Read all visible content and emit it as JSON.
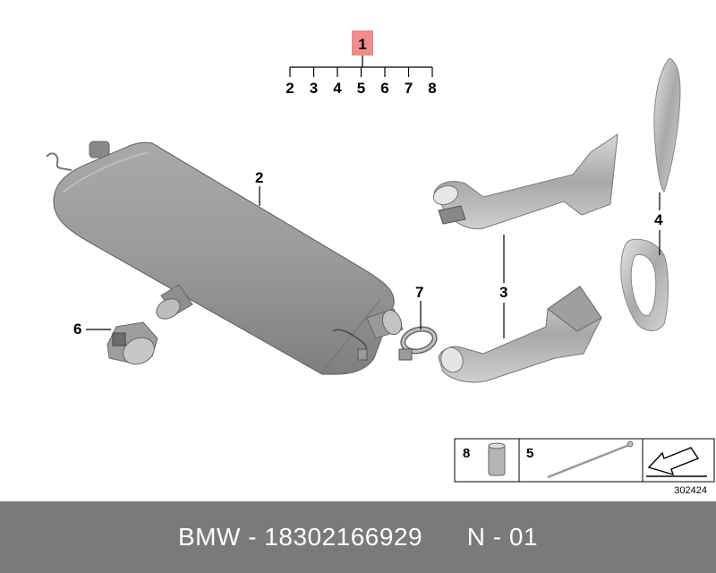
{
  "top_callout": {
    "main": "1",
    "highlight_color": "#f08c8c",
    "sub_items": [
      "2",
      "3",
      "4",
      "5",
      "6",
      "7",
      "8"
    ]
  },
  "parts": {
    "muffler": "2",
    "tailpipe": "3",
    "trim": "4",
    "clamp_sleeve": "6",
    "hose_clamp": "7"
  },
  "legend": {
    "sleeve_label": "8",
    "tie_label": "5"
  },
  "diagram_number": "302424",
  "footer": {
    "brand": "BMW",
    "part_number": "18302166929",
    "revision": "N - 01",
    "text": "BMW - 18302166929      N - 01"
  }
}
